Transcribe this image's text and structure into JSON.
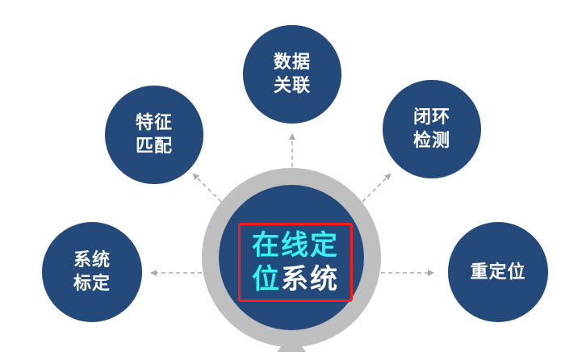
{
  "diagram": {
    "center": {
      "line1": "在线定",
      "line2_highlight": "位",
      "line2_rest": "系统",
      "full_label": "在线定位系统",
      "highlight_box_color": "#ff1a1a"
    },
    "nodes": [
      {
        "id": "data-association",
        "label": "数据\n关联"
      },
      {
        "id": "feature-matching",
        "label": "特征\n匹配"
      },
      {
        "id": "loop-closure",
        "label": "闭环\n检测"
      },
      {
        "id": "system-calibration",
        "label": "系统\n标定"
      },
      {
        "id": "relocalization",
        "label": "重定位"
      }
    ],
    "colors": {
      "node_fill": "#244a7c",
      "ring": "#bfbfbf",
      "arrow": "#aaaaaa",
      "highlight_text": "#3ff0ee",
      "text": "#ffffff"
    }
  }
}
